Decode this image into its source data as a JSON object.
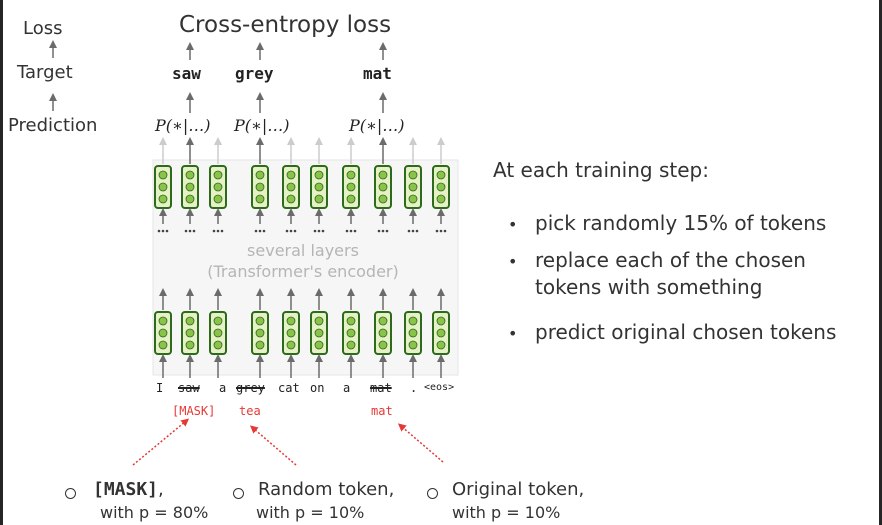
{
  "levels": {
    "loss": "Loss",
    "target": "Target",
    "prediction": "Prediction"
  },
  "title": "Cross-entropy loss",
  "targets": [
    "saw",
    "grey",
    "mat"
  ],
  "predictions": [
    "P(∗|…)",
    "P(∗|…)",
    "P(∗|…)"
  ],
  "encoder": {
    "line1": "several layers",
    "line2": "(Transformer's encoder)",
    "ellipsis": "..."
  },
  "tokens": [
    {
      "text": "I",
      "masked": false
    },
    {
      "text": "saw",
      "masked": true
    },
    {
      "text": "a",
      "masked": false
    },
    {
      "text": "grey",
      "masked": true
    },
    {
      "text": "cat",
      "masked": false
    },
    {
      "text": "on",
      "masked": false
    },
    {
      "text": "a",
      "masked": false
    },
    {
      "text": "mat",
      "masked": true
    },
    {
      "text": ".",
      "masked": false
    },
    {
      "text": "<eos>",
      "masked": false
    }
  ],
  "replacements": [
    "[MASK]",
    "tea",
    "mat"
  ],
  "steps": {
    "heading": "At each training step:",
    "bullets": [
      "pick randomly 15% of tokens",
      "replace each of the chosen tokens with something",
      "predict original chosen tokens"
    ],
    "bullet_symbol": "•"
  },
  "options": [
    {
      "name": "[MASK]",
      "suffix": ",",
      "prob": "with p = 80%"
    },
    {
      "name": "Random token,",
      "suffix": "",
      "prob": "with p = 10%"
    },
    {
      "name": "Original token,",
      "suffix": "",
      "prob": "with p = 10%"
    }
  ],
  "colors": {
    "background": "#ffffff",
    "frame": "#262626",
    "encoder_box": "#f6f6f6",
    "vector_border": "#2d6a1e",
    "vector_fill": "#e6f2c6",
    "vector_dot": "#8bc34a",
    "arrow_dark": "#6b6b6b",
    "arrow_light": "#cccccc",
    "replacement": "#e53935"
  }
}
